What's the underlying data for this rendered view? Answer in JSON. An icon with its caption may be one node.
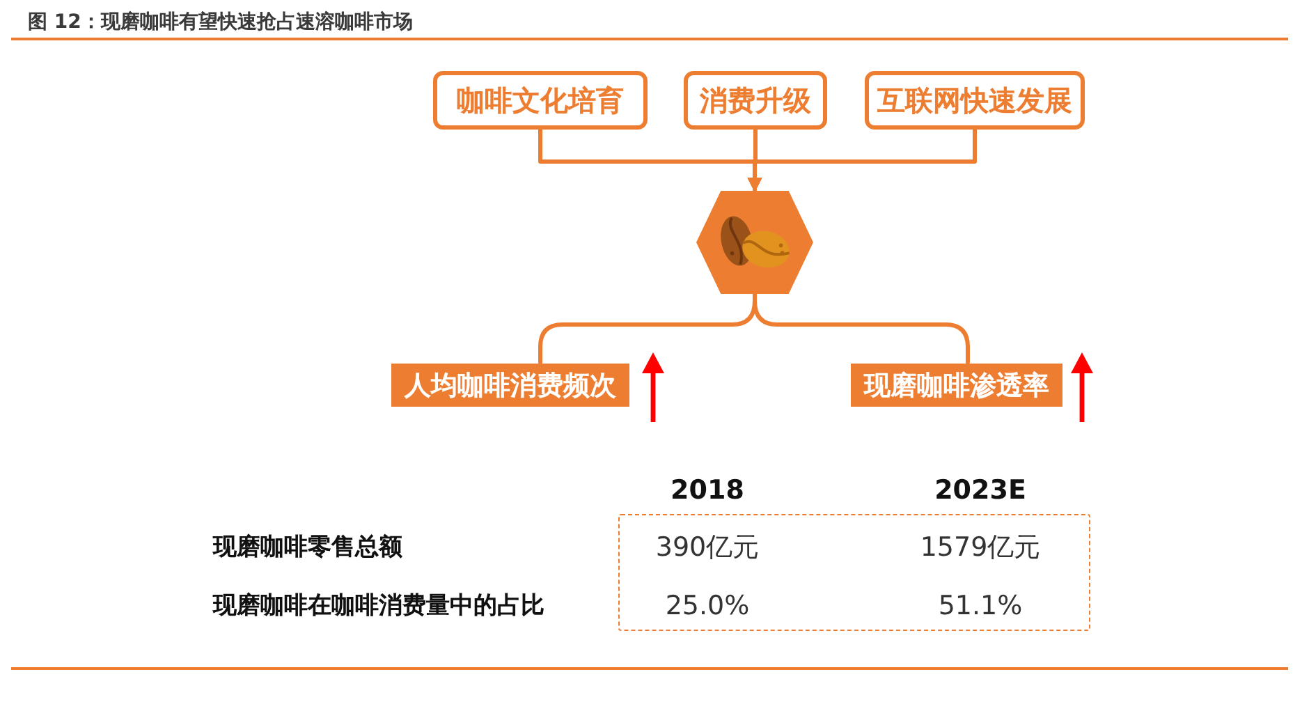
{
  "diagram": {
    "title": "图 12：现磨咖啡有望快速抢占速溶咖啡市场",
    "nodes": [
      {
        "text": [
          "咖啡文化培育"
        ]
      },
      {
        "text": [
          "消费升级"
        ]
      },
      {
        "text": [
          "互联网快速发展"
        ]
      },
      {
        "text": [],
        "shape": "hexagon"
      },
      {
        "text": [
          "人均咖啡消费频次"
        ]
      },
      {
        "text": [
          "现磨咖啡渗透率"
        ]
      }
    ],
    "edges": [
      {
        "from": 0,
        "to": 3,
        "arrow": "to"
      },
      {
        "from": 1,
        "to": 3,
        "arrow": "to"
      },
      {
        "from": 2,
        "to": 3,
        "arrow": "to"
      },
      {
        "from": 3,
        "to": 4,
        "arrow": "none"
      },
      {
        "from": 3,
        "to": 5,
        "arrow": "none"
      }
    ],
    "labels": [
      "2018",
      "2023E",
      "现磨咖啡零售总额",
      "390亿元",
      "1579亿元",
      "现磨咖啡在咖啡消费量中的占比",
      "25.0%",
      "51.1%"
    ]
  }
}
